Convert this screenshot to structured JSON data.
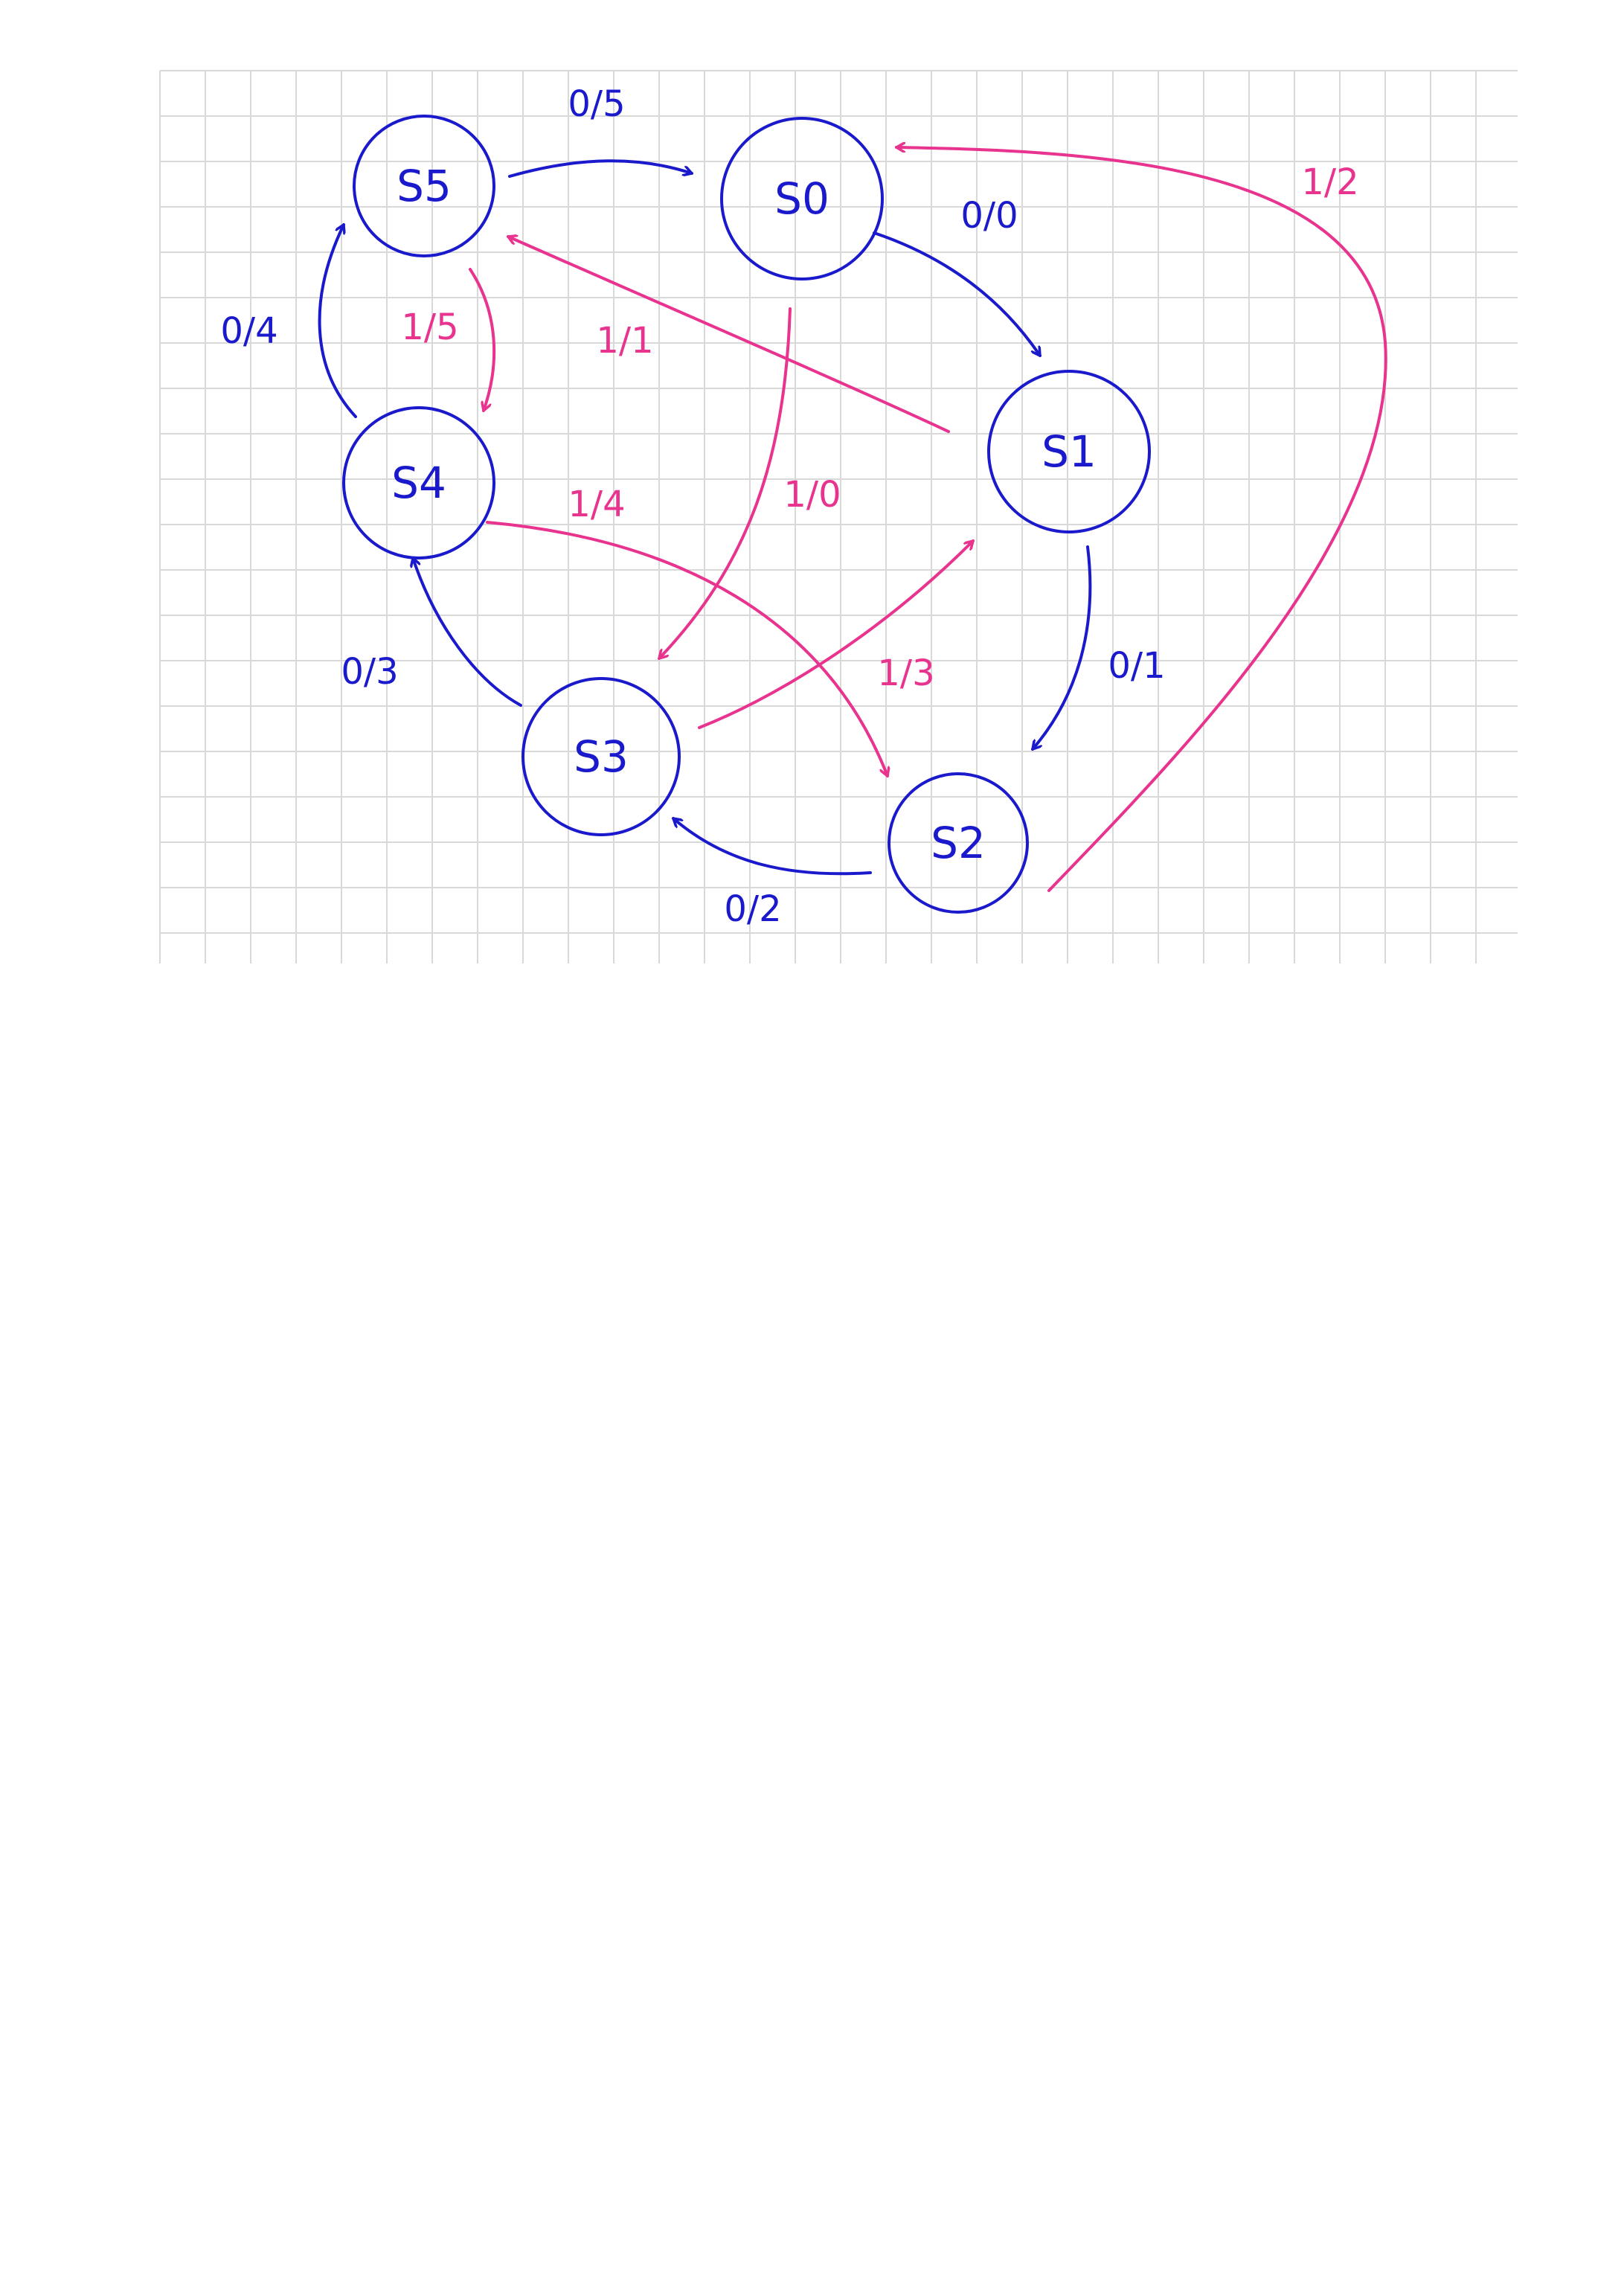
{
  "colors": {
    "state": "#1a1acc",
    "input_zero": "#1a1acc",
    "input_one": "#e8338f",
    "grid": "#d9d9d9"
  },
  "states": [
    {
      "id": "S0",
      "label": "S0"
    },
    {
      "id": "S1",
      "label": "S1"
    },
    {
      "id": "S2",
      "label": "S2"
    },
    {
      "id": "S3",
      "label": "S3"
    },
    {
      "id": "S4",
      "label": "S4"
    },
    {
      "id": "S5",
      "label": "S5"
    }
  ],
  "transitions": [
    {
      "id": "S0-S1",
      "from": "S0",
      "to": "S1",
      "label": "0/0",
      "input": "0"
    },
    {
      "id": "S1-S2",
      "from": "S1",
      "to": "S2",
      "label": "0/1",
      "input": "0"
    },
    {
      "id": "S2-S3",
      "from": "S2",
      "to": "S3",
      "label": "0/2",
      "input": "0"
    },
    {
      "id": "S3-S4",
      "from": "S3",
      "to": "S4",
      "label": "0/3",
      "input": "0"
    },
    {
      "id": "S4-S5",
      "from": "S4",
      "to": "S5",
      "label": "0/4",
      "input": "0"
    },
    {
      "id": "S5-S0",
      "from": "S5",
      "to": "S0",
      "label": "0/5",
      "input": "0"
    },
    {
      "id": "S0-S3",
      "from": "S0",
      "to": "S3",
      "label": "1/0",
      "input": "1"
    },
    {
      "id": "S1-S5",
      "from": "S1",
      "to": "S5",
      "label": "1/1",
      "input": "1"
    },
    {
      "id": "S2-S0",
      "from": "S2",
      "to": "S0",
      "label": "1/2",
      "input": "1"
    },
    {
      "id": "S3-S1",
      "from": "S3",
      "to": "S1",
      "label": "1/3",
      "input": "1"
    },
    {
      "id": "S4-S2",
      "from": "S4",
      "to": "S2",
      "label": "1/4",
      "input": "1"
    },
    {
      "id": "S5-S4",
      "from": "S5",
      "to": "S4",
      "label": "1/5",
      "input": "1"
    }
  ]
}
